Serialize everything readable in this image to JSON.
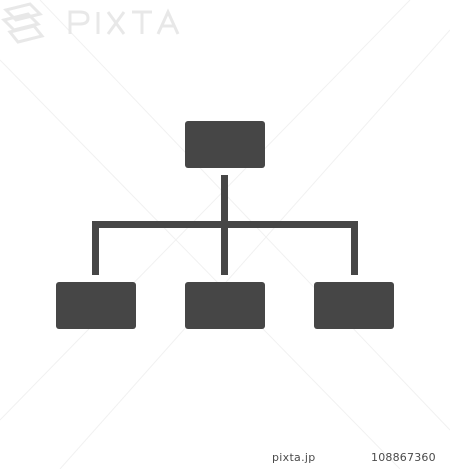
{
  "colors": {
    "background": "#ffffff",
    "icon_fill": "#464646",
    "watermark": "#e9e9e9",
    "footer_text": "#4a4a4a"
  },
  "icon": {
    "name": "hierarchy-org-chart-icon"
  },
  "watermark": {
    "text": "PIXTA"
  },
  "footer": {
    "brand": "pixta.jp",
    "image_id": "108867360"
  }
}
